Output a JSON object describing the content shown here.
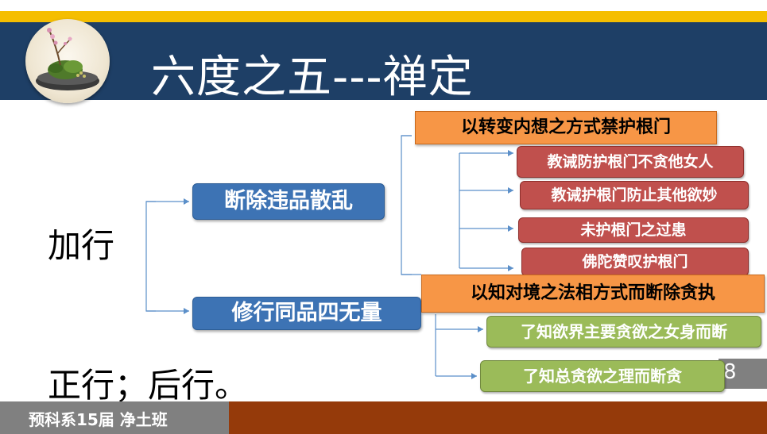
{
  "title": "六度之五---禅定",
  "left_labels": {
    "jiaxing": "加行",
    "zhengxing": "正行；后行。"
  },
  "branches": {
    "b1": "断除违品散乱",
    "b2": "修行同品四无量"
  },
  "sub1": {
    "heading": "以转变内想之方式禁护根门",
    "items": [
      "教诫防护根门不贪他女人",
      "教诫护根门防止其他欲妙",
      "未护根门之过患",
      "佛陀赞叹护根门"
    ]
  },
  "sub2": {
    "heading": "以知对境之法相方式而断除贪执",
    "items": [
      "了知欲界主要贪欲之女身而断",
      "了知总贪欲之理而断贪"
    ]
  },
  "page_number": "8",
  "footer": "预科系15届 净土班",
  "colors": {
    "title_bar": "#1e3f66",
    "gold": "#f5be00",
    "blue": "#3d73b4",
    "orange": "#f79646",
    "red": "#c0504d",
    "green": "#9bbb59",
    "footer_gray": "#808080",
    "footer_brown": "#953a0a"
  }
}
